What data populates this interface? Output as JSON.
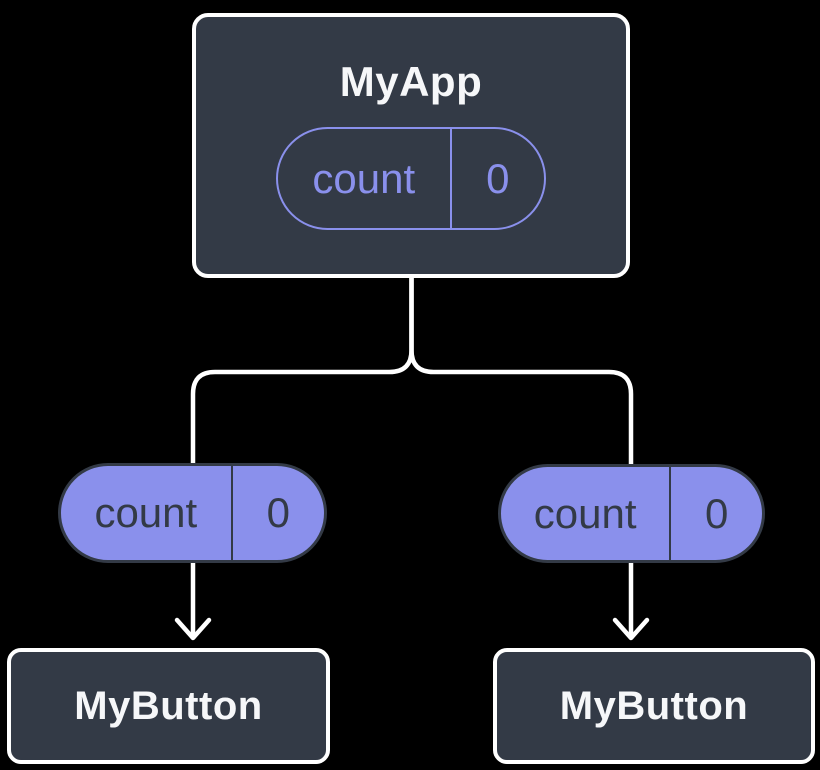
{
  "diagram": {
    "background": "#000000",
    "colors": {
      "node_fill": "#333a46",
      "node_border": "#ffffff",
      "accent_purple": "#8a90ec",
      "text_light": "#f6f7f9",
      "text_dark": "#333a46",
      "connector": "#ffffff"
    },
    "root": {
      "title": "MyApp",
      "state_pill": {
        "name": "count",
        "value": "0"
      }
    },
    "left_branch": {
      "prop_pill": {
        "name": "count",
        "value": "0"
      },
      "child": {
        "title": "MyButton"
      }
    },
    "right_branch": {
      "prop_pill": {
        "name": "count",
        "value": "0"
      },
      "child": {
        "title": "MyButton"
      }
    }
  }
}
